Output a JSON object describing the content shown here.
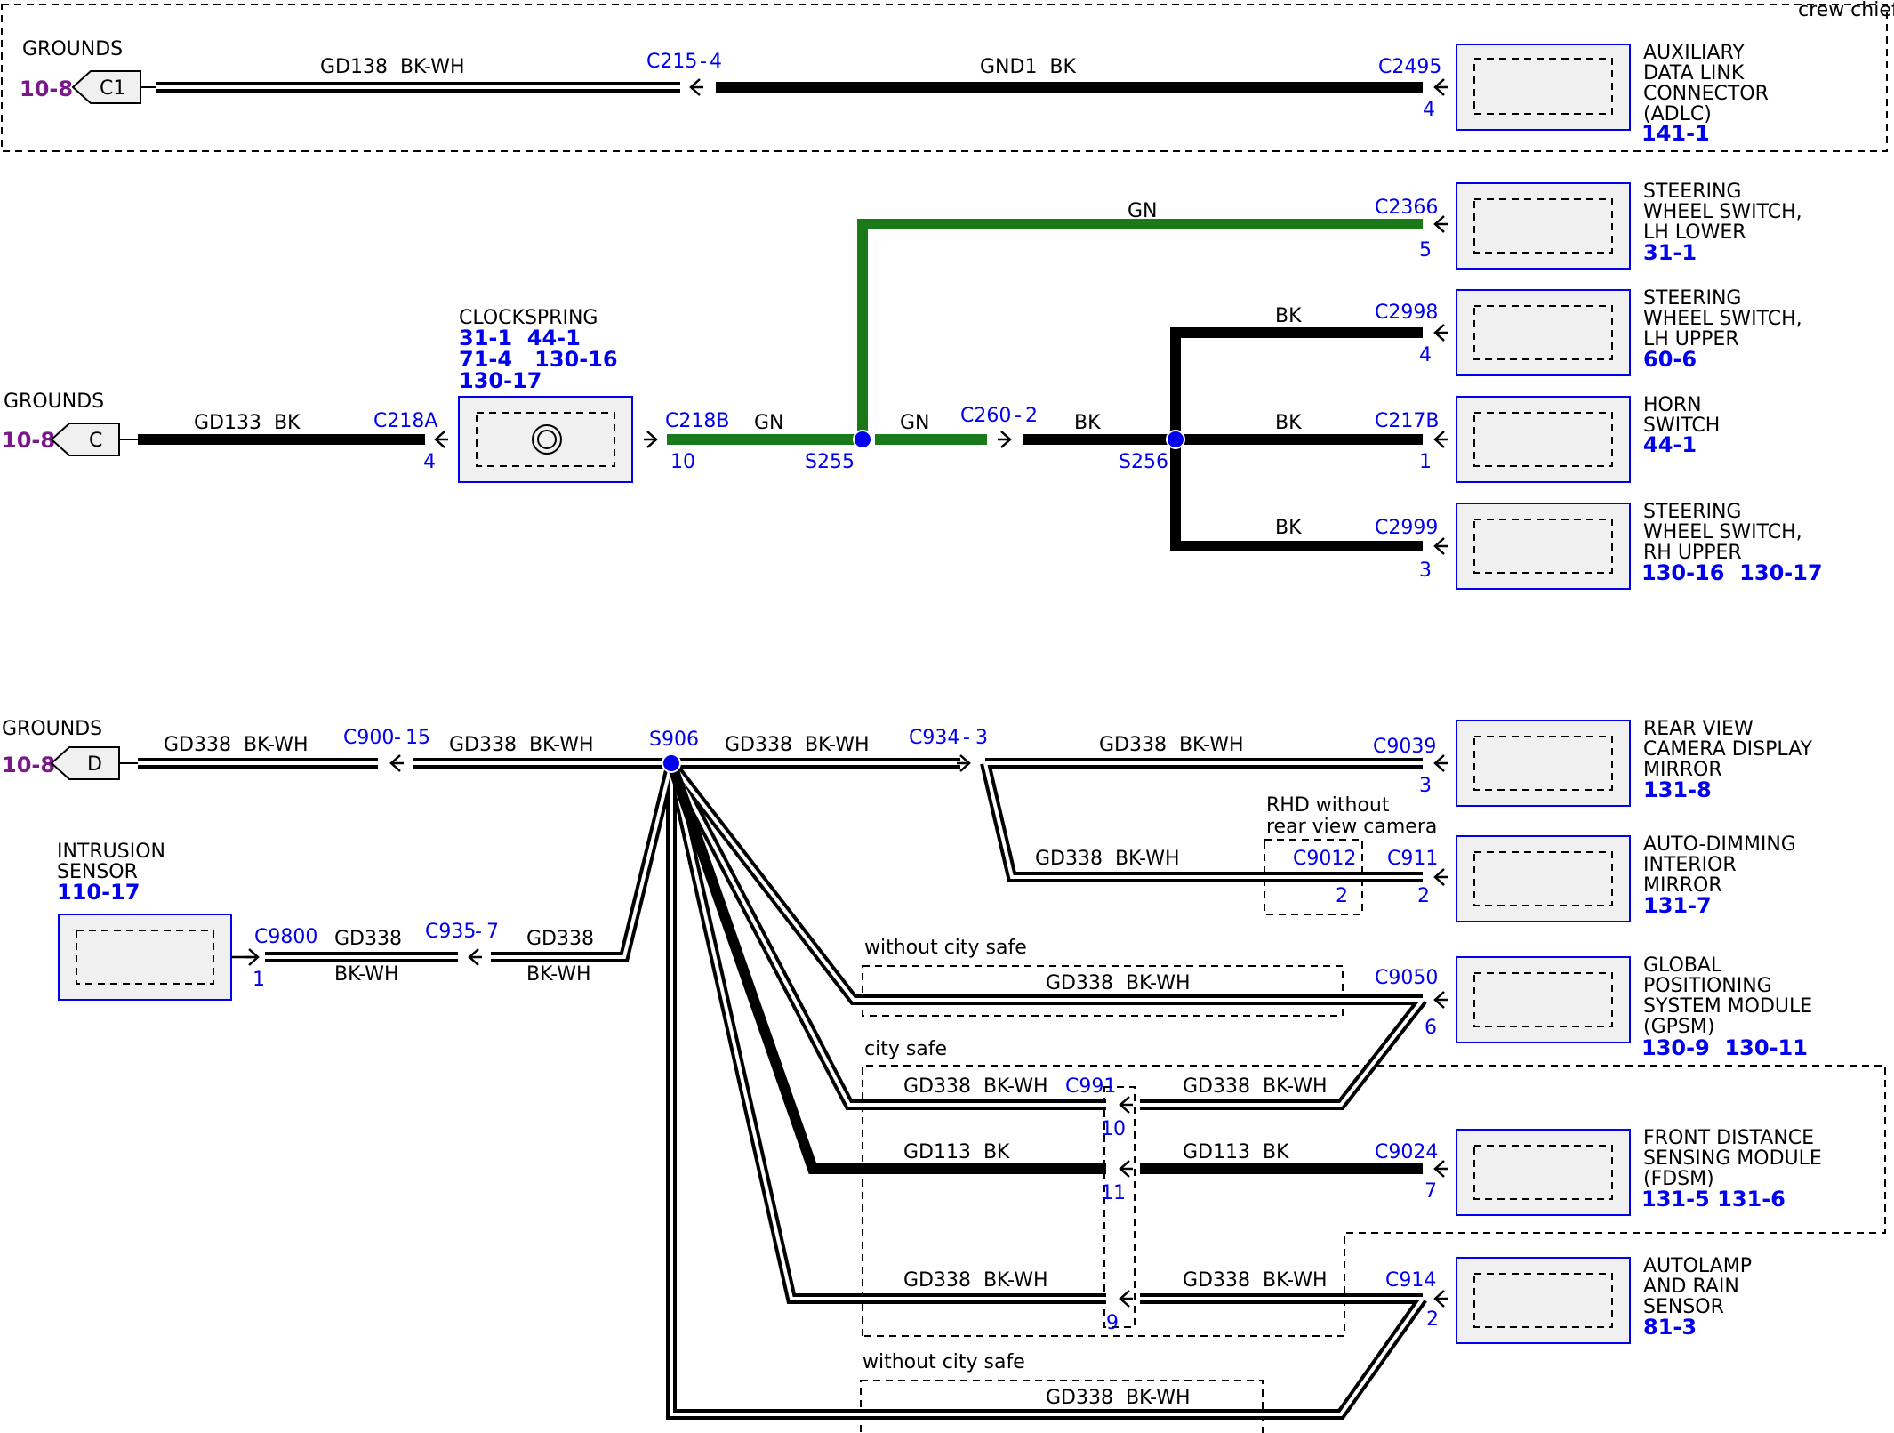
{
  "colors": {
    "wire_bk": "#000000",
    "wire_gn": "#1a7a1a",
    "connector_blue": "#0000ee",
    "ground_ref": "#7a1a8a",
    "component_fill": "#f0f0f0"
  },
  "corner_label": "crew chief",
  "grounds": {
    "c1": {
      "title": "GROUNDS",
      "ref": "10-8",
      "id": "C1"
    },
    "c": {
      "title": "GROUNDS",
      "ref": "10-8",
      "id": "C"
    },
    "d": {
      "title": "GROUNDS",
      "ref": "10-8",
      "id": "D"
    }
  },
  "circuit1": {
    "wire_a": "GD138  BK-WH",
    "conn_c215": "C215",
    "pin_c215": "4",
    "wire_b": "GND1  BK",
    "conn_c2495": "C2495",
    "pin_c2495": "4",
    "component": [
      "AUXILIARY",
      "DATA LINK",
      "CONNECTOR",
      "(ADLC)"
    ],
    "component_ref": "141-1"
  },
  "circuit2": {
    "wire_gd133": "GD133  BK",
    "conn_c218a": "C218A",
    "pin_c218a": "4",
    "clockspring_title": "CLOCKSPRING",
    "clockspring_refs": [
      "31-1  44-1",
      "71-4   130-16",
      "130-17"
    ],
    "conn_c218b": "C218B",
    "pin_c218b": "10",
    "wire_gn1": "GN",
    "splice_s255": "S255",
    "wire_gn2": "GN",
    "wire_gn_top": "GN",
    "conn_c260": "C260",
    "pin_c260": "2",
    "wire_bk1": "BK",
    "splice_s256": "S256",
    "conn_c2366": "C2366",
    "pin_c2366": "5",
    "comp_lh_lower": [
      "STEERING",
      "WHEEL SWITCH,",
      "LH LOWER"
    ],
    "ref_lh_lower": "31-1",
    "wire_c2998": "BK",
    "conn_c2998": "C2998",
    "pin_c2998": "4",
    "comp_lh_upper": [
      "STEERING",
      "WHEEL SWITCH,",
      "LH UPPER"
    ],
    "ref_lh_upper": "60-6",
    "wire_c217b": "BK",
    "conn_c217b": "C217B",
    "pin_c217b": "1",
    "comp_horn": [
      "HORN",
      "SWITCH"
    ],
    "ref_horn": "44-1",
    "wire_c2999": "BK",
    "conn_c2999": "C2999",
    "pin_c2999": "3",
    "comp_rh_upper": [
      "STEERING",
      "WHEEL SWITCH,",
      "RH UPPER"
    ],
    "ref_rh_upper": "130-16  130-17"
  },
  "circuit3": {
    "wire_d1": "GD338  BK-WH",
    "conn_c900": "C900",
    "pin_c900": "15",
    "wire_d2": "GD338  BK-WH",
    "splice_s906": "S906",
    "wire_d3": "GD338  BK-WH",
    "conn_c934": "C934",
    "pin_c934": "3",
    "wire_d4": "GD338  BK-WH",
    "conn_c9039": "C9039",
    "pin_c9039": "3",
    "comp_rvcdm": [
      "REAR VIEW",
      "CAMERA DISPLAY",
      "MIRROR"
    ],
    "ref_rvcdm": "131-8",
    "rhd_note": [
      "RHD without",
      "rear view camera"
    ],
    "wire_d5": "GD338  BK-WH",
    "conn_c9012": "C9012",
    "pin_c9012": "2",
    "conn_c911": "C911",
    "pin_c911": "2",
    "comp_adim": [
      "AUTO-DIMMING",
      "INTERIOR",
      "MIRROR"
    ],
    "ref_adim": "131-7",
    "intrusion_title": [
      "INTRUSION",
      "SENSOR"
    ],
    "intrusion_ref": "110-17",
    "conn_c9800": "C9800",
    "pin_c9800": "1",
    "wire_i1_a": "GD338",
    "wire_i1_b": "BK-WH",
    "conn_c935": "C935",
    "pin_c935": "7",
    "wire_i2_a": "GD338",
    "wire_i2_b": "BK-WH",
    "note_without_cs1": "without city safe",
    "wire_gpsm": "GD338  BK-WH",
    "conn_c9050": "C9050",
    "pin_c9050": "6",
    "comp_gpsm": [
      "GLOBAL",
      "POSITIONING",
      "SYSTEM MODULE",
      "(GPSM)"
    ],
    "ref_gpsm": "130-9  130-11",
    "note_city_safe": "city safe",
    "wire_c991_l": "GD338  BK-WH",
    "conn_c991": "C991",
    "pin_c991": "10",
    "wire_c991_r": "GD338  BK-WH",
    "wire_gd113_l": "GD113  BK",
    "pin_c991_11": "11",
    "wire_gd113_r": "GD113  BK",
    "conn_c9024": "C9024",
    "pin_c9024": "7",
    "comp_fdsm": [
      "FRONT DISTANCE",
      "SENSING MODULE",
      "(FDSM)"
    ],
    "ref_fdsm": "131-5 131-6",
    "wire_pin9_l": "GD338  BK-WH",
    "pin_c991_9": "9",
    "wire_pin9_r": "GD338  BK-WH",
    "conn_c914": "C914",
    "pin_c914": "2",
    "comp_rain": [
      "AUTOLAMP",
      "AND RAIN",
      "SENSOR"
    ],
    "ref_rain": "81-3",
    "note_without_cs2": "without city safe",
    "wire_bottom": "GD338  BK-WH"
  }
}
